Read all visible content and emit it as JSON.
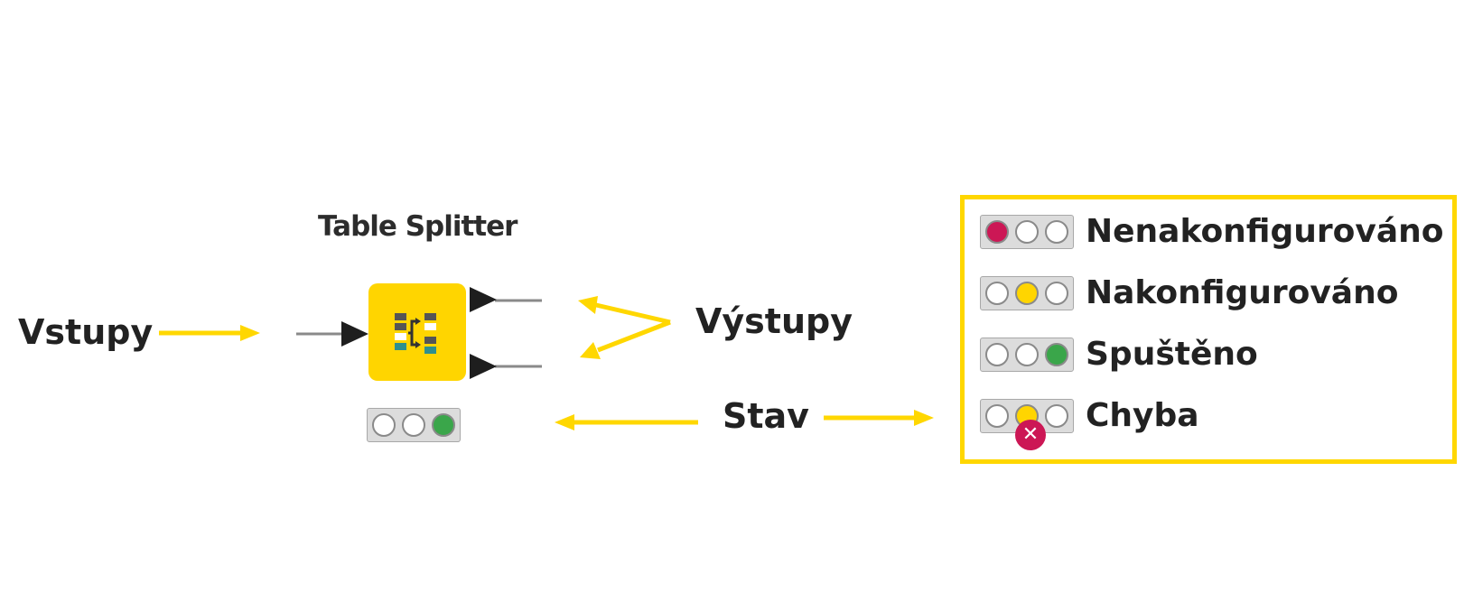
{
  "node": {
    "title": "Table Splitter",
    "icon": "table-splitter-icon",
    "color": "#ffd500",
    "status": "green"
  },
  "labels": {
    "inputs": "Vstupy",
    "outputs": "Výstupy",
    "status": "Stav"
  },
  "legend": {
    "items": [
      {
        "label": "Nenakonfigurováno",
        "state": "red"
      },
      {
        "label": "Nakonfigurováno",
        "state": "yellow"
      },
      {
        "label": "Spuštěno",
        "state": "green"
      },
      {
        "label": "Chyba",
        "state": "yellow",
        "error": true,
        "error_glyph": "✕"
      }
    ]
  },
  "colors": {
    "arrow": "#ffd700",
    "error": "#cc1755",
    "running": "#3aa64a",
    "configured": "#ffd500"
  }
}
